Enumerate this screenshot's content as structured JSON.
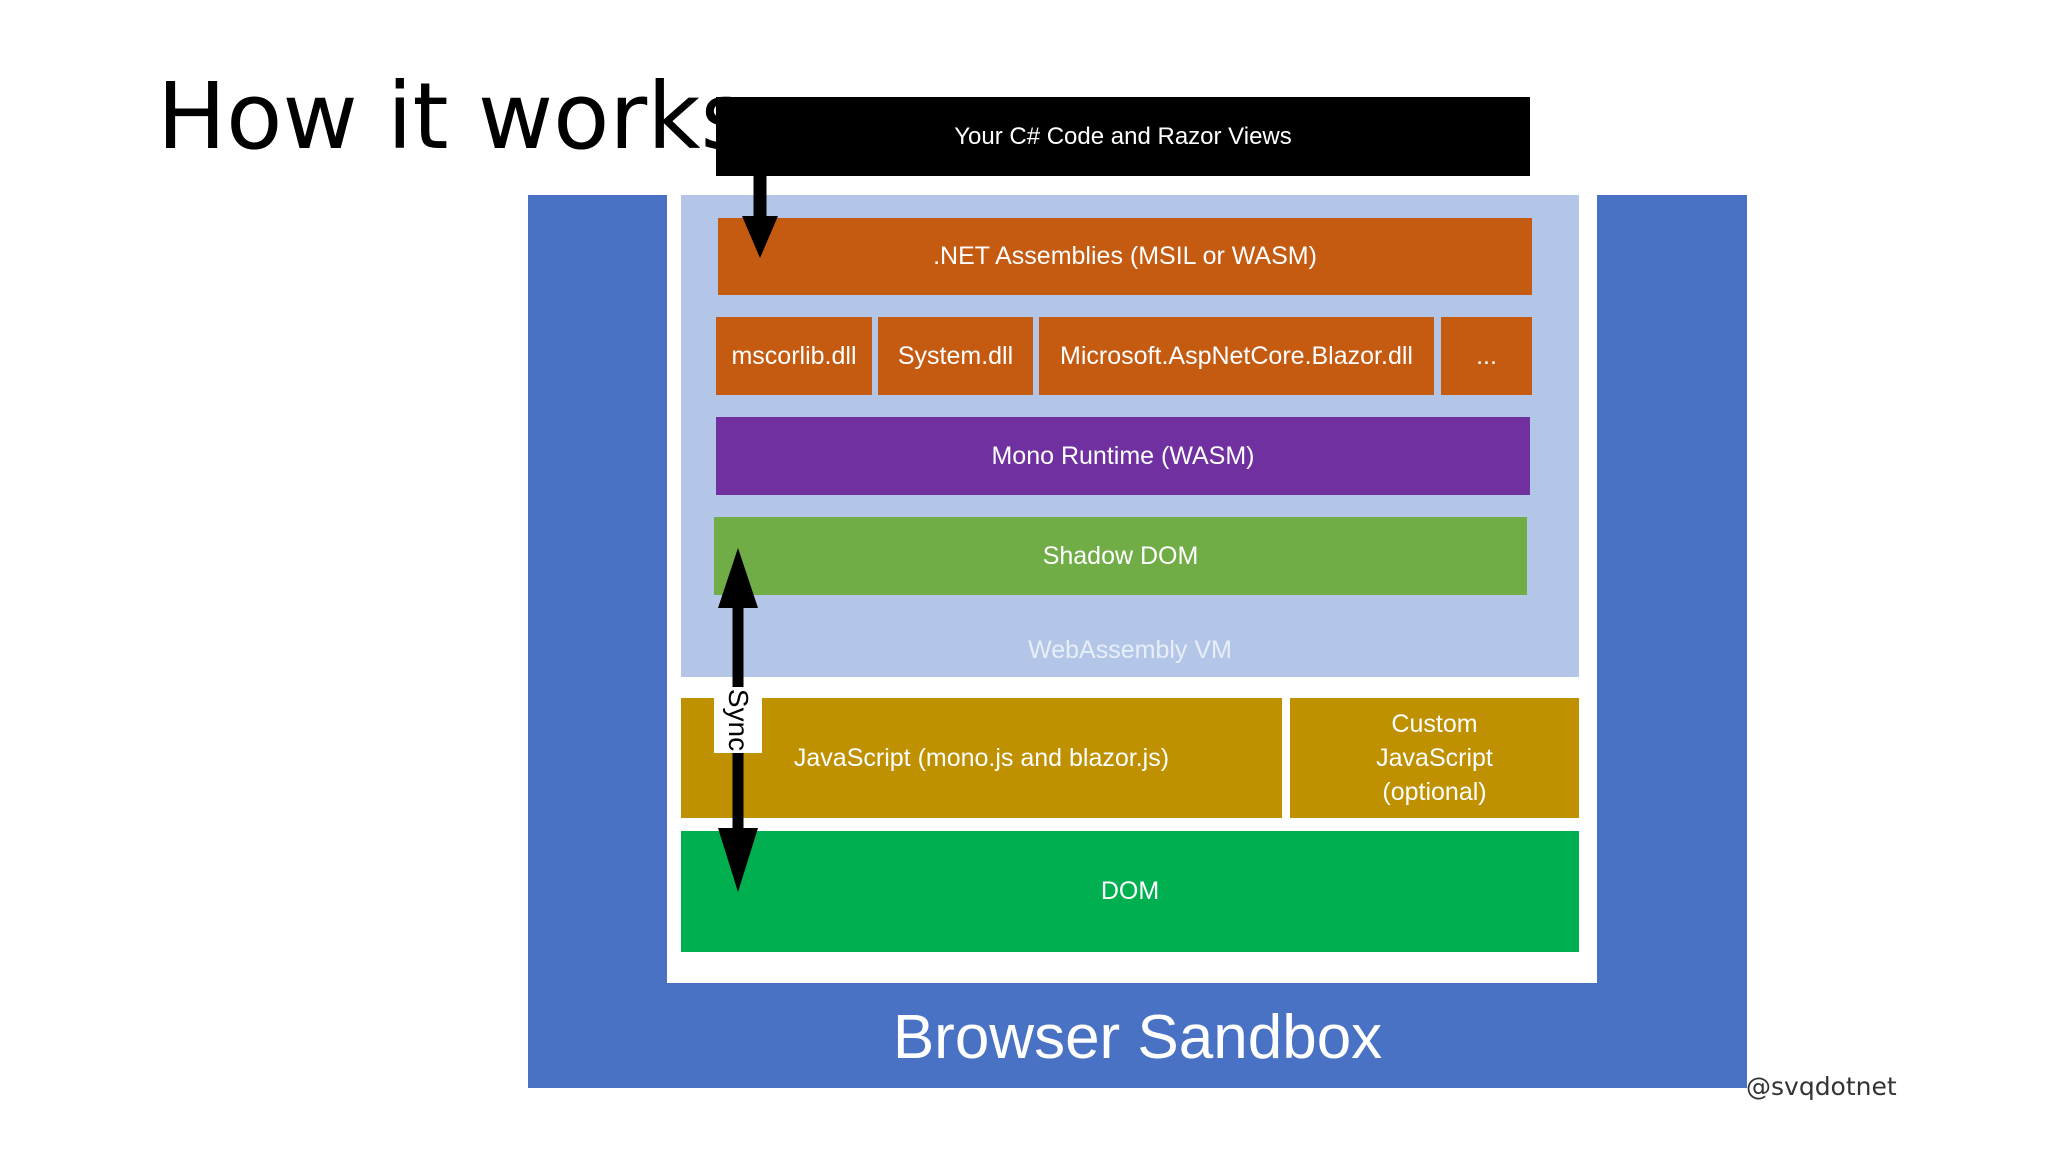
{
  "slide": {
    "title": "How it works",
    "handle": "@svqdotnet"
  },
  "diagram": {
    "code": "Your C# Code and Razor Views",
    "assemblies": ".NET Assemblies (MSIL or WASM)",
    "dlls": [
      "mscorlib.dll",
      "System.dll",
      "Microsoft.AspNetCore.Blazor.dll",
      "..."
    ],
    "mono": "Mono Runtime (WASM)",
    "shadow_dom": "Shadow DOM",
    "vm": "WebAssembly VM",
    "js_main": "JavaScript (mono.js and blazor.js)",
    "js_custom": [
      "Custom",
      "JavaScript",
      "(optional)"
    ],
    "dom": "DOM",
    "sandbox": "Browser Sandbox",
    "sync": "Sync"
  },
  "colors": {
    "sandbox": "#4a72c4",
    "vm": "#b4c6e7",
    "assemblies": "#c55a11",
    "mono": "#7030a0",
    "shadow_dom": "#70ad47",
    "javascript": "#bf9000",
    "dom": "#00b050",
    "code": "#000000"
  }
}
